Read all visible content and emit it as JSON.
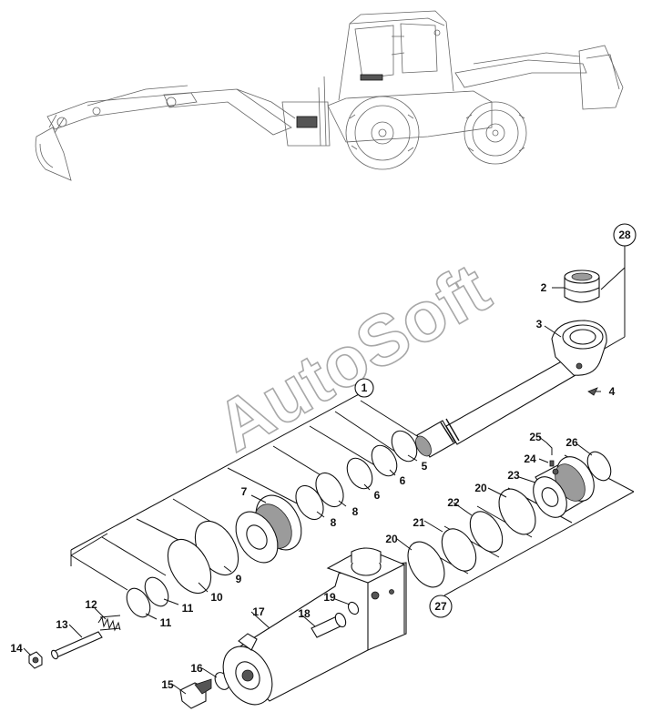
{
  "watermark": "AutoSoft",
  "callouts": {
    "c1": "1",
    "c2": "2",
    "c3": "3",
    "c4": "4",
    "c5": "5",
    "c6a": "6",
    "c6b": "6",
    "c7": "7",
    "c8a": "8",
    "c8b": "8",
    "c9": "9",
    "c10": "10",
    "c11a": "11",
    "c11b": "11",
    "c12": "12",
    "c13": "13",
    "c14": "14",
    "c15": "15",
    "c16": "16",
    "c17": "17",
    "c18": "18",
    "c19": "19",
    "c20a": "20",
    "c20b": "20",
    "c21": "21",
    "c22": "22",
    "c23": "23",
    "c24": "24",
    "c25": "25",
    "c26": "26",
    "c27": "27",
    "c28": "28"
  }
}
